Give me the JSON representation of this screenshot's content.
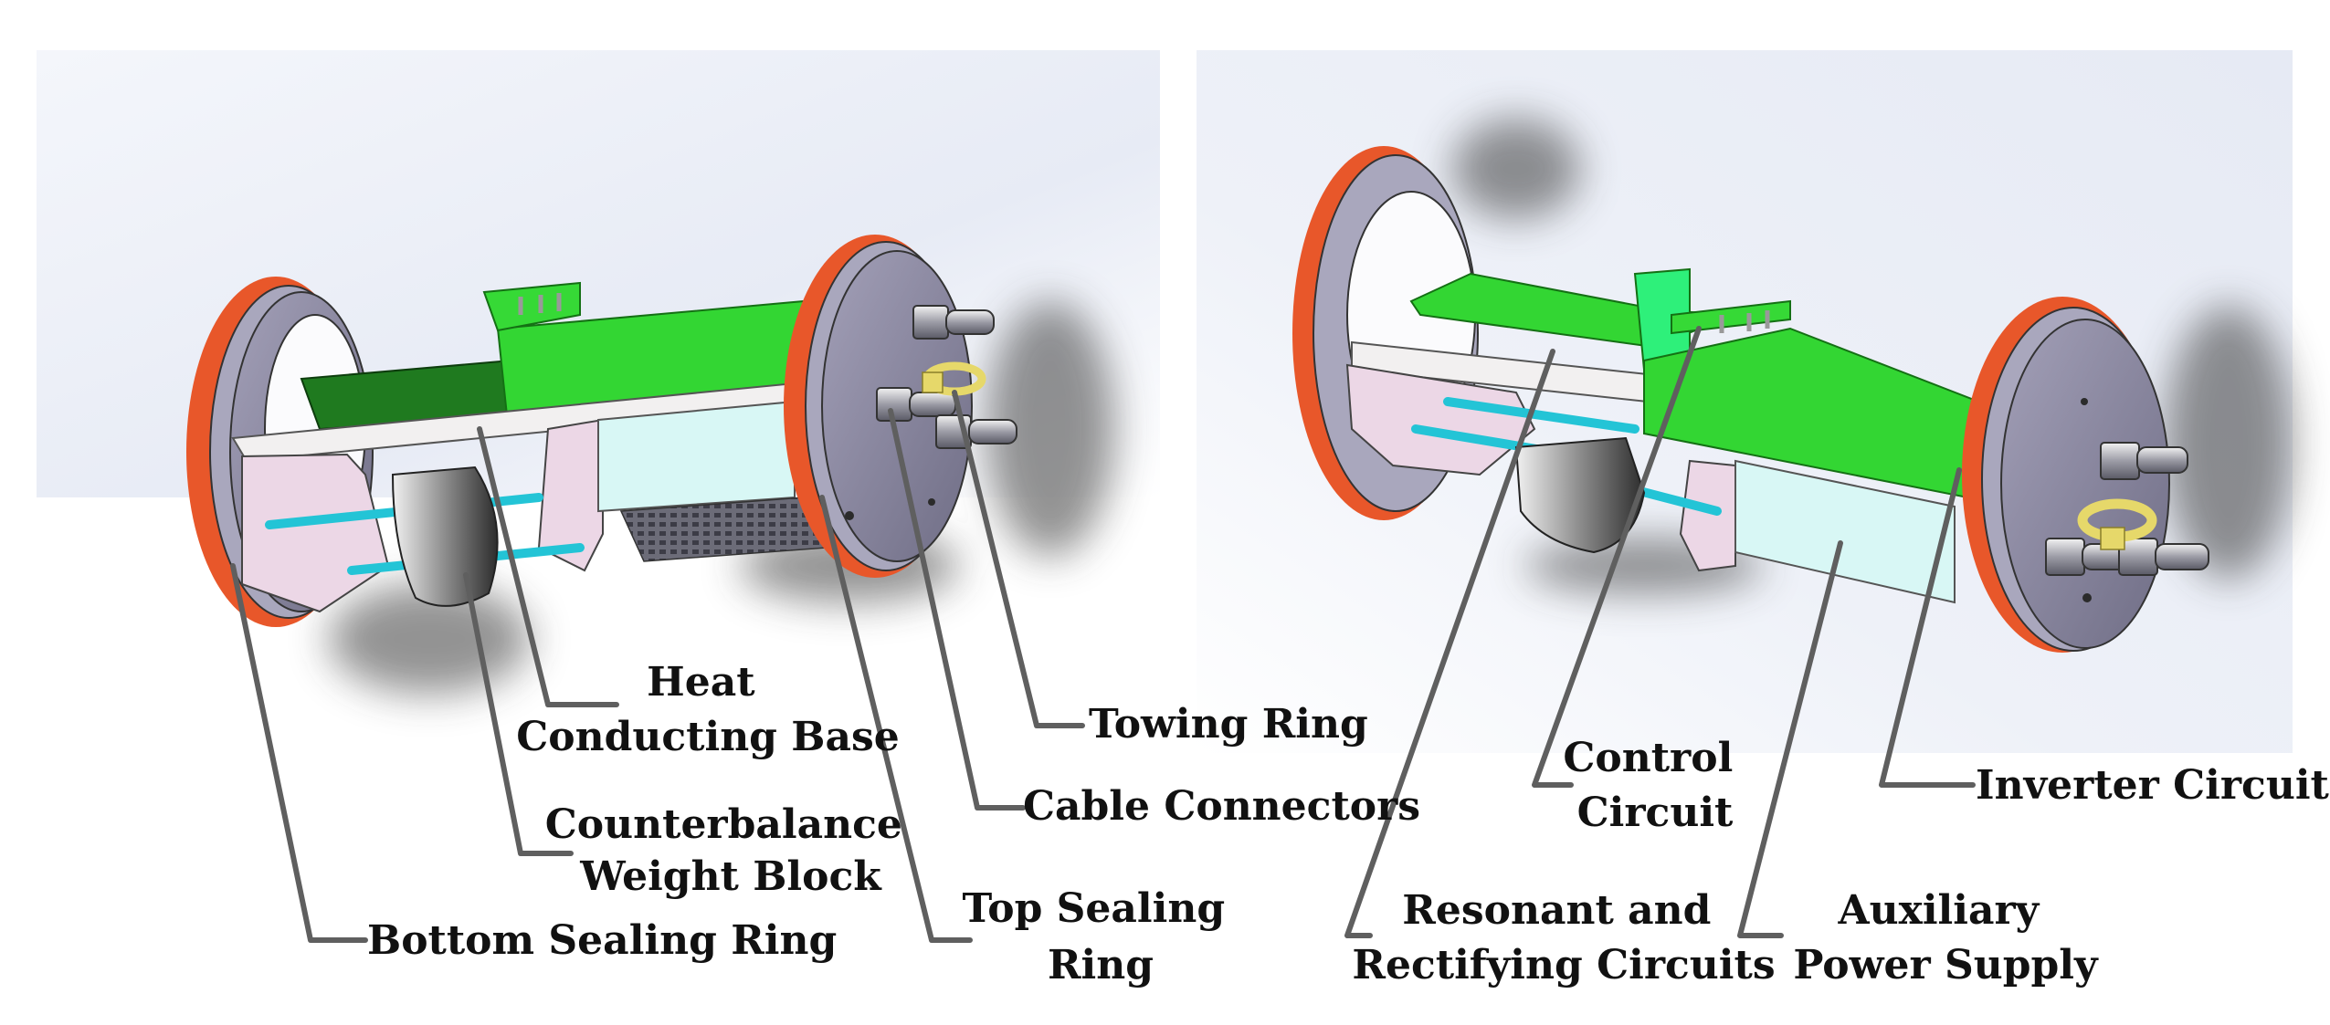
{
  "labels": {
    "heat_conducting_base": [
      "Heat",
      "Conducting Base"
    ],
    "towing_ring": [
      "Towing Ring"
    ],
    "cable_connectors": [
      "Cable Connectors"
    ],
    "counterbalance_weight_block": [
      "Counterbalance",
      "Weight Block"
    ],
    "bottom_sealing_ring": [
      "Bottom Sealing Ring"
    ],
    "top_sealing_ring": [
      "Top Sealing",
      "Ring"
    ],
    "control_circuit": [
      "Control",
      "Circuit"
    ],
    "inverter_circuit": [
      "Inverter Circuit"
    ],
    "resonant_rectifying_circuits": [
      "Resonant and",
      "Rectifying Circuits"
    ],
    "auxiliary_power_supply": [
      "Auxiliary",
      "Power Supply"
    ]
  },
  "colors": {
    "sealing_ring": "#e8572a",
    "end_plate": "#8a8a9e",
    "pcb_green": "#33d633",
    "pcb_dark": "#1f7a1f",
    "heat_base": "#f2f0f0",
    "support_pink": "#ecd7e6",
    "power_supply_cyan": "#d8f7f5",
    "rod_cyan": "#23c4d6",
    "towing_ring_yellow": "#f0e68c",
    "leader_line": "#5f5f5f",
    "label_text": "#111111"
  }
}
